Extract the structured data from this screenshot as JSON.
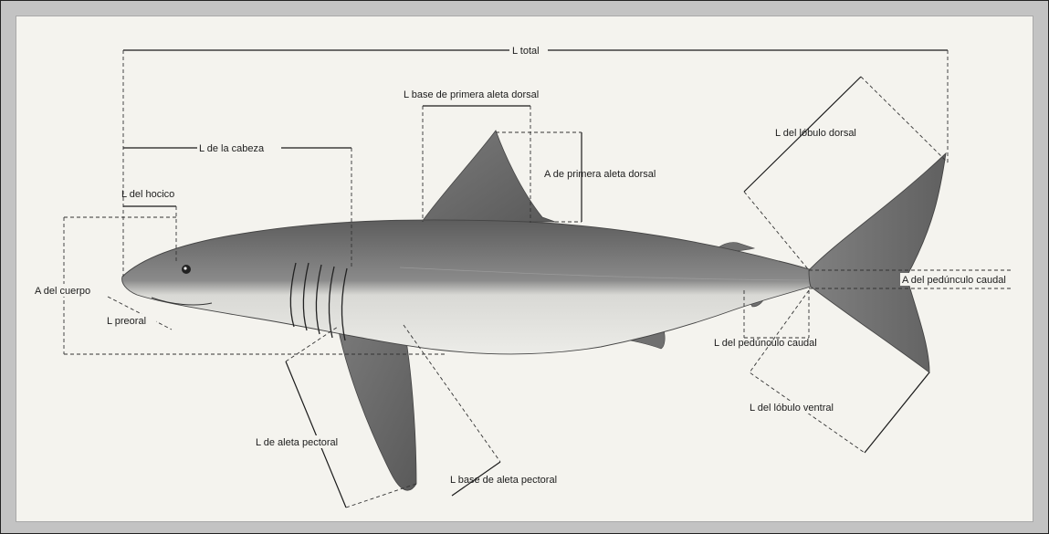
{
  "labels": {
    "total_length": "L total",
    "first_dorsal_base": "L base de primera aleta dorsal",
    "dorsal_lobe": "L del lóbulo dorsal",
    "head_length": "L de la cabeza",
    "first_dorsal_height": "A de primera aleta dorsal",
    "snout_length": "L del hocico",
    "body_height": "A del cuerpo",
    "caudal_peduncle_height": "A del pedúnculo caudal",
    "preoral_length": "L preoral",
    "caudal_peduncle_length": "L del pedúnculo caudal",
    "ventral_lobe": "L del lóbulo ventral",
    "pectoral_length": "L de aleta pectoral",
    "pectoral_base": "L base de aleta pectoral"
  },
  "colors": {
    "paper": "#f4f3ee",
    "frame": "#c3c3c3",
    "shark_dark": "#6b6b6b",
    "shark_light": "#e6e6e2",
    "line": "#1a1a1a"
  }
}
